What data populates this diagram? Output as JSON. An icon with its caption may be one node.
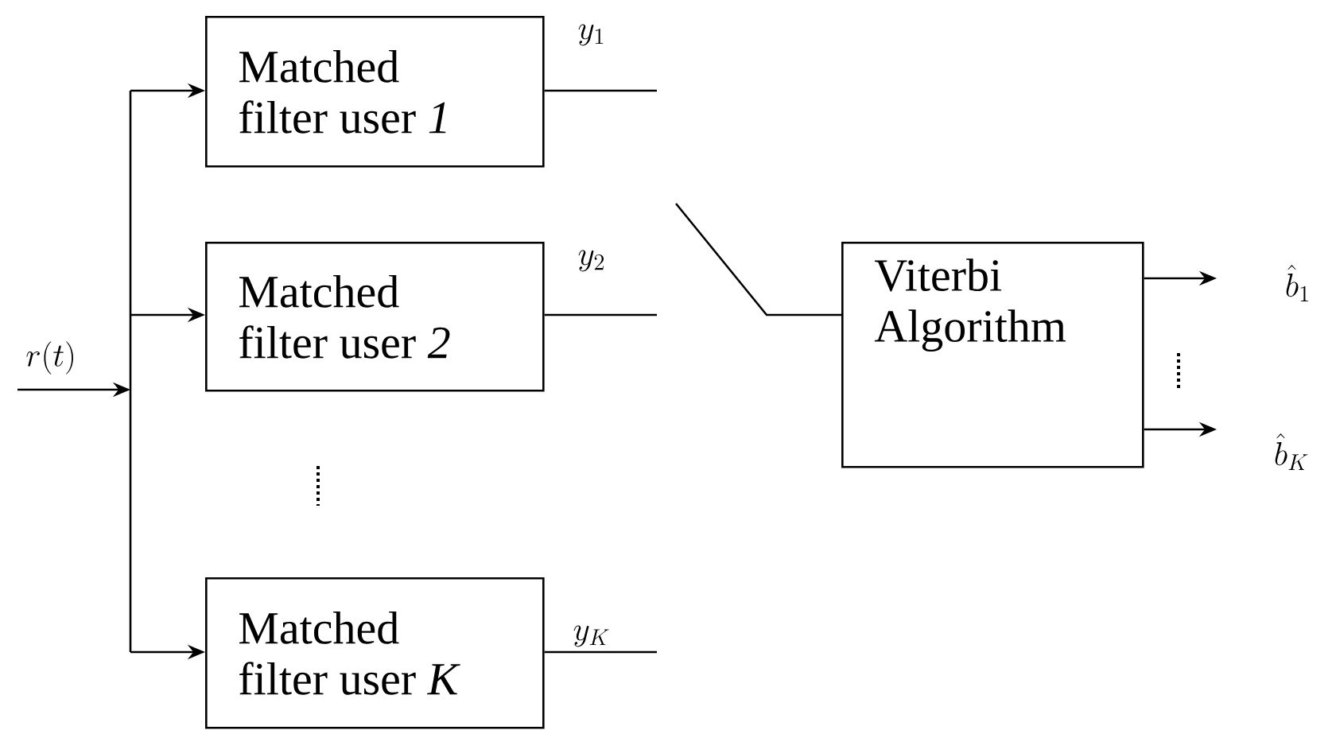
{
  "diagram": {
    "nodes": [
      {
        "text": [
          "Matched filter user *1*"
        ]
      },
      {
        "text": [
          "Matched filter user *2*"
        ]
      },
      {
        "text": [
          "Matched filter user *K*"
        ]
      },
      {
        "text": [
          "Viterbi Algorithm"
        ]
      }
    ],
    "edges": [
      {
        "from": null,
        "to": 0,
        "arrow": "to"
      },
      {
        "from": null,
        "to": 1,
        "arrow": "to"
      },
      {
        "from": null,
        "to": 2,
        "arrow": "to"
      },
      {
        "from": 0,
        "to": null,
        "arrow": "none",
        "label": "y_{1}"
      },
      {
        "from": 1,
        "to": null,
        "arrow": "none",
        "label": "y_{2}"
      },
      {
        "from": 2,
        "to": null,
        "arrow": "none",
        "label": "y_{K}"
      },
      {
        "from": null,
        "to": 3,
        "arrow": "none"
      },
      {
        "from": 3,
        "to": null,
        "arrow": "to"
      },
      {
        "from": 3,
        "to": null,
        "arrow": "to"
      }
    ],
    "labels": [
      "r(t)",
      "\\hat{b}_{1}",
      "\\hat{b}_{K}"
    ]
  }
}
